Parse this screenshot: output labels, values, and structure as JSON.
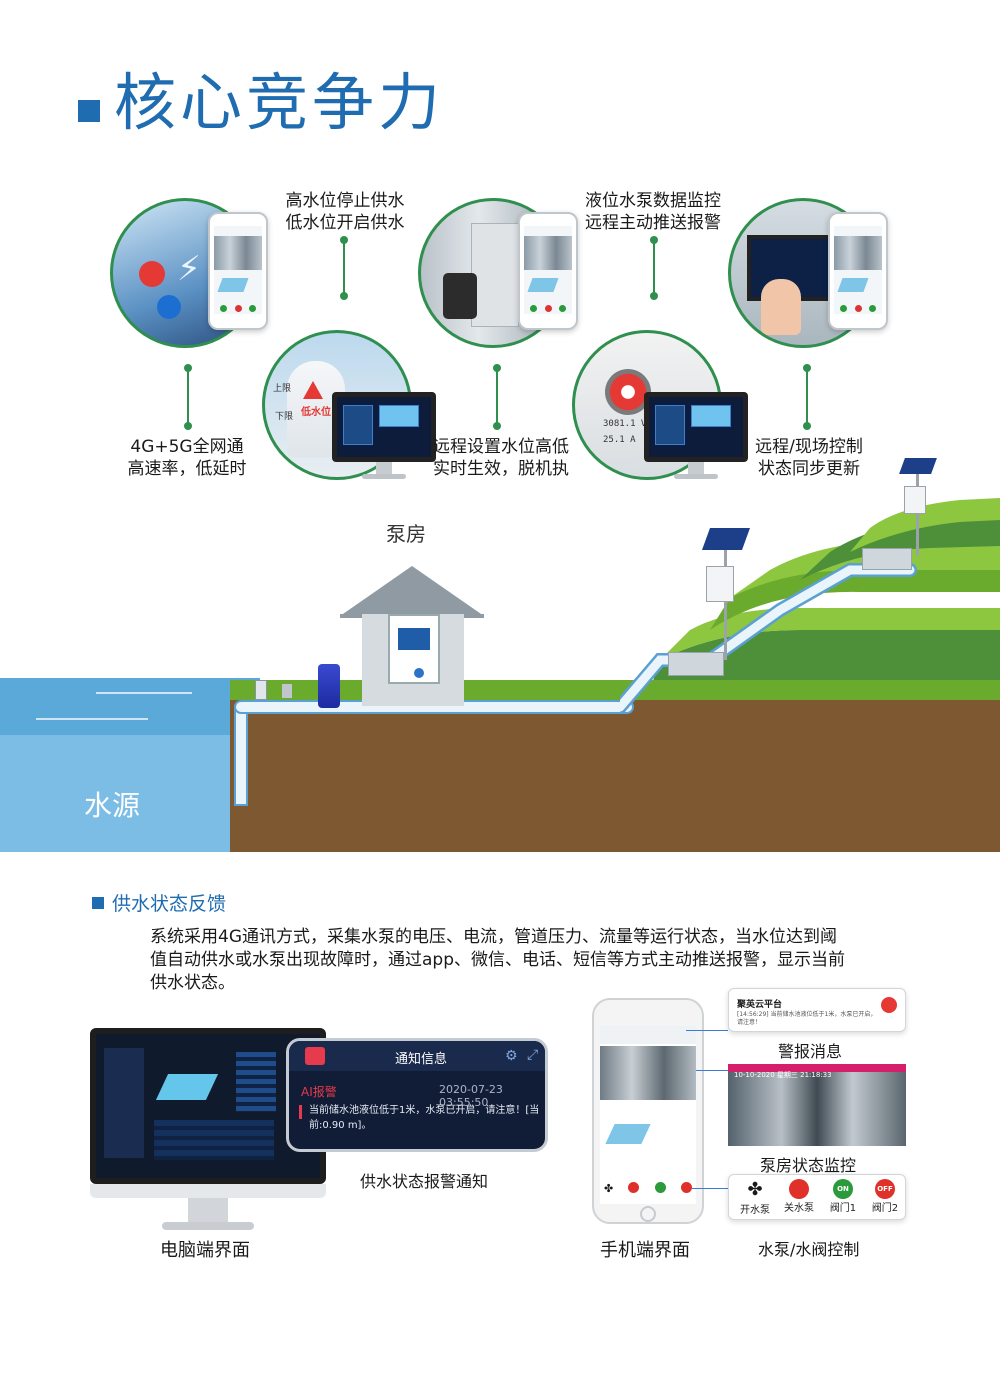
{
  "title": "核心竞争力",
  "features": [
    {
      "label_line1": "4G+5G全网通",
      "label_line2": "高速率，低延时"
    },
    {
      "label_line1": "高水位停止供水",
      "label_line2": "低水位开启供水"
    },
    {
      "label_line1": "远程设置水位高低",
      "label_line2": "实时生效，脱机执"
    },
    {
      "label_line1": "液位水泵数据监控",
      "label_line2": "远程主动推送报警"
    },
    {
      "label_line1": "远程/现场控制",
      "label_line2": "状态同步更新"
    }
  ],
  "tank": {
    "upper": "上限",
    "low": "低水位",
    "lower": "下限"
  },
  "pump_readings": {
    "voltage": "3081.1 V",
    "current": "25.1 A"
  },
  "scene": {
    "pump_house_label": "泵房",
    "water_source_label": "水源"
  },
  "feedback": {
    "section_title": "供水状态反馈",
    "paragraph": "系统采用4G通讯方式，采集水泵的电压、电流，管道压力、流量等运行状态，当水位达到阈值自动供水或水泵出现故障时，通过app、微信、电话、短信等方式主动推送报警，显示当前供水状态。"
  },
  "notification": {
    "header": "通知信息",
    "type": "AI报警",
    "timestamp": "2020-07-23 03:55:50",
    "message": "当前储水池液位低于1米，水泵已开启，请注意！[当前:0.90 m]。"
  },
  "captions": {
    "alarm_notice": "供水状态报警通知",
    "pc_ui": "电脑端界面",
    "mobile_ui": "手机端界面",
    "alarm_message": "警报消息",
    "pump_room_monitor": "泵房状态监控",
    "pump_valve_control": "水泵/水阀控制"
  },
  "alert_card": {
    "app_name": "聚英云平台",
    "message": "[14:56:29] 当前储水池液位低于1米，水泵已开启，请注意！"
  },
  "monitor_card": {
    "timestamp": "10-10-2020 星期三 21:18:33"
  },
  "controls": [
    {
      "label": "开水泵",
      "icon": "fan-icon"
    },
    {
      "label": "关水泵",
      "state": "red"
    },
    {
      "label": "阀门1",
      "state": "ON",
      "color": "#2a9a3a"
    },
    {
      "label": "阀门2",
      "state": "OFF",
      "color": "#e0302a"
    }
  ]
}
